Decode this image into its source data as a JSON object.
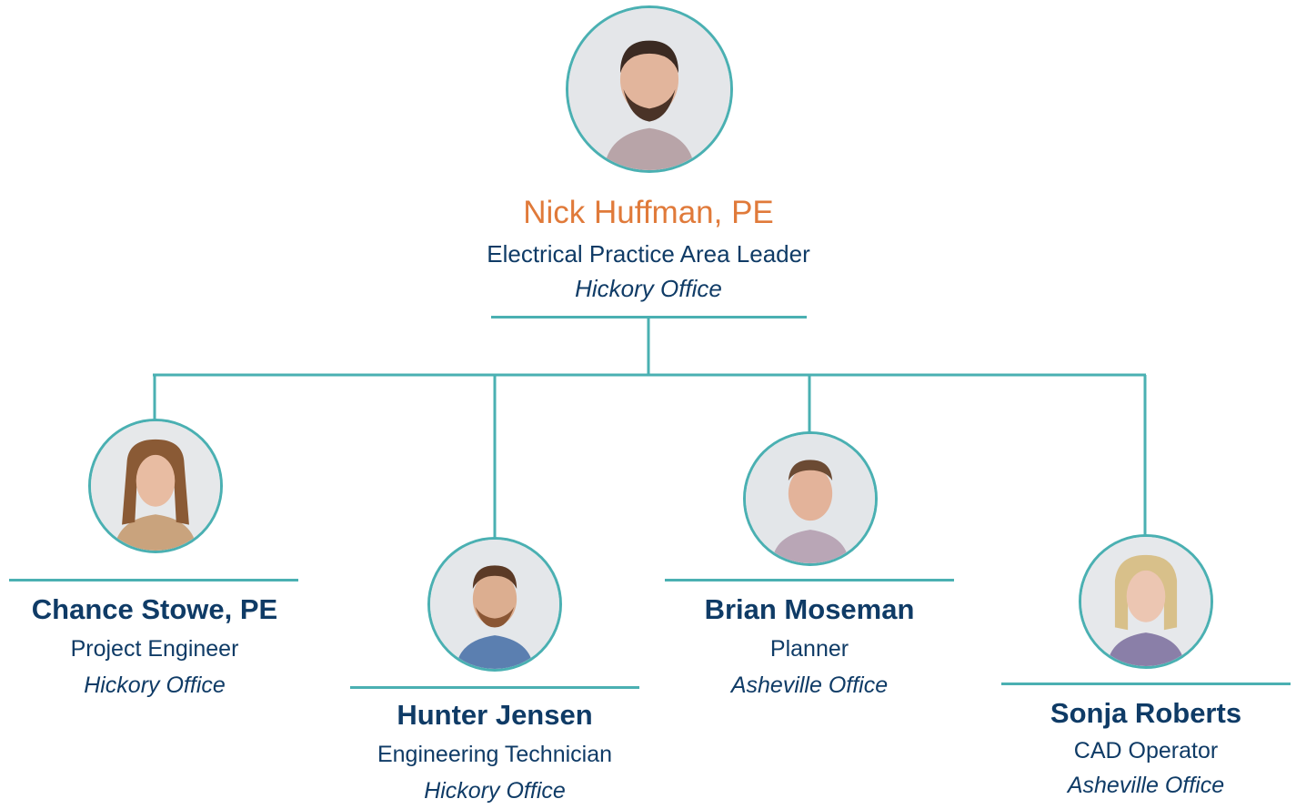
{
  "colors": {
    "line": "#4ab0b2",
    "name": "#0f3b66",
    "leader_name": "#e07a3a",
    "text": "#0f3b66"
  },
  "leader": {
    "name": "Nick Huffman, PE",
    "title": "Electrical Practice Area Leader",
    "office": "Hickory Office",
    "photo": "portrait-photo"
  },
  "members": [
    {
      "name": "Chance Stowe, PE",
      "title": "Project Engineer",
      "office": "Hickory Office",
      "photo": "portrait-photo"
    },
    {
      "name": "Hunter Jensen",
      "title": "Engineering Technician",
      "office": "Hickory Office",
      "photo": "portrait-photo"
    },
    {
      "name": "Brian Moseman",
      "title": "Planner",
      "office": "Asheville Office",
      "photo": "portrait-photo"
    },
    {
      "name": "Sonja Roberts",
      "title": "CAD Operator",
      "office": "Asheville Office",
      "photo": "portrait-photo"
    }
  ]
}
